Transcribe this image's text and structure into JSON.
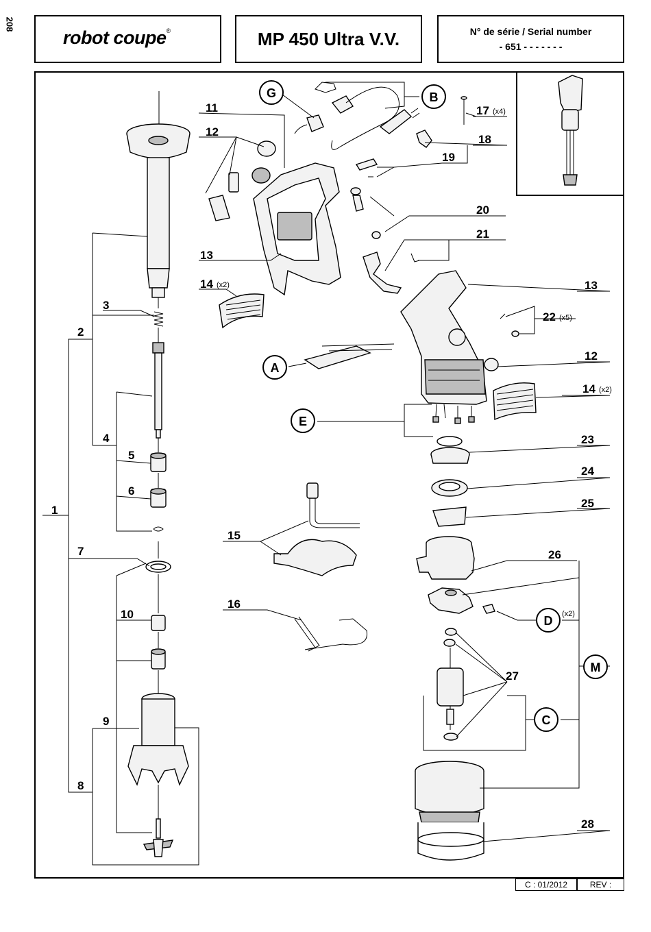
{
  "page_number": "208",
  "header": {
    "brand_logo": "robot coupe",
    "model_title": "MP 450 Ultra V.V.",
    "serial_label": "N° de série / Serial number",
    "serial_value": "- 651 - - - - -   - -"
  },
  "footer": {
    "date": "C : 01/2012",
    "revision": "REV :"
  },
  "part_labels": [
    {
      "id": "1",
      "text": "1"
    },
    {
      "id": "2",
      "text": "2"
    },
    {
      "id": "3",
      "text": "3"
    },
    {
      "id": "4",
      "text": "4"
    },
    {
      "id": "5",
      "text": "5"
    },
    {
      "id": "6",
      "text": "6"
    },
    {
      "id": "7",
      "text": "7"
    },
    {
      "id": "8",
      "text": "8"
    },
    {
      "id": "9",
      "text": "9"
    },
    {
      "id": "10",
      "text": "10"
    },
    {
      "id": "11",
      "text": "11"
    },
    {
      "id": "12a",
      "text": "12"
    },
    {
      "id": "12b",
      "text": "12"
    },
    {
      "id": "13a",
      "text": "13"
    },
    {
      "id": "13b",
      "text": "13"
    },
    {
      "id": "14a",
      "text": "14"
    },
    {
      "id": "14b",
      "text": "14"
    },
    {
      "id": "15",
      "text": "15"
    },
    {
      "id": "16",
      "text": "16"
    },
    {
      "id": "17",
      "text": "17"
    },
    {
      "id": "18",
      "text": "18"
    },
    {
      "id": "19",
      "text": "19"
    },
    {
      "id": "20",
      "text": "20"
    },
    {
      "id": "21",
      "text": "21"
    },
    {
      "id": "22",
      "text": "22"
    },
    {
      "id": "23",
      "text": "23"
    },
    {
      "id": "24",
      "text": "24"
    },
    {
      "id": "25",
      "text": "25"
    },
    {
      "id": "26",
      "text": "26"
    },
    {
      "id": "27",
      "text": "27"
    },
    {
      "id": "28",
      "text": "28"
    }
  ],
  "multipliers": {
    "x2": "(x2)",
    "x4": "(x4)",
    "x5": "(x5)"
  },
  "circled_labels": {
    "A": "A",
    "B": "B",
    "C": "C",
    "D": "D",
    "E": "E",
    "G": "G",
    "M": "M"
  }
}
